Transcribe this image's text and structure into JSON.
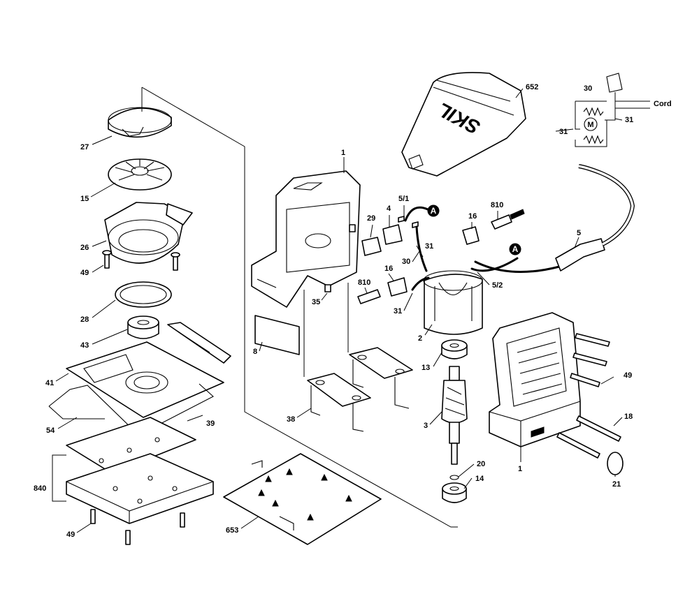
{
  "brand_text": "SKIL",
  "circuit": {
    "cord_label": "Cord",
    "motor_label": "M"
  },
  "connector_label": "A",
  "callouts": {
    "c27": "27",
    "c15": "15",
    "c26": "26",
    "c49_top": "49",
    "c28": "28",
    "c43": "43",
    "c41": "41",
    "c54": "54",
    "c39": "39",
    "c840": "840",
    "c49_bottom": "49",
    "c653": "653",
    "c1_top": "1",
    "c8": "8",
    "c35": "35",
    "c38": "38",
    "c29": "29",
    "c4": "4",
    "c5_1": "5/1",
    "c16_top": "16",
    "c810_top": "810",
    "c5": "5",
    "c31_left": "31",
    "c30_mid": "30",
    "c16_mid": "16",
    "c810_mid": "810",
    "c31_bottom": "31",
    "c5_2": "5/2",
    "c2": "2",
    "c13": "13",
    "c3": "3",
    "c20": "20",
    "c14": "14",
    "c652": "652",
    "c30_circuit": "30",
    "c31_circuit_right": "31",
    "c31_circuit_left": "31",
    "c49_right": "49",
    "c18": "18",
    "c1_right": "1",
    "c21": "21"
  }
}
